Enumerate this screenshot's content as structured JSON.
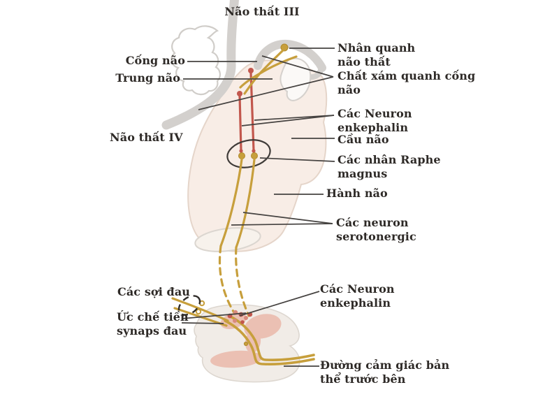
{
  "diagram_title": "Sơ đồ đường dẫn truyền giảm đau (brainstem pain pathway)",
  "labels": {
    "nao_that_3": "Não thất III",
    "cong_nao": "Cống não",
    "trung_nao": "Trung não",
    "nao_that_4": "Não thất IV",
    "nhan_quanh": "Nhân quanh\nnão thất",
    "chat_xam": "Chất xám quanh cống\nnão",
    "neuron_enkephalin_tren": "Các Neuron\nenkephalin",
    "cau_nao": "Cầu não",
    "nhan_raphe": "Các nhân Raphe\nmagnus",
    "hanh_nao": "Hành não",
    "neuron_serotonergic": "Các neuron\nserotonergic",
    "cac_soi_dau": "Các sợi đau",
    "uc_che": "Ức chế tiền\nsynaps đau",
    "neuron_enkephalin_duoi": "Các Neuron\nenkephalin",
    "duong_cam_giac": "Đường cảm giác bản\nthể trước bên"
  },
  "colors": {
    "pathway_yellow": "#C79F3C",
    "neuron_red": "#C2574D",
    "band_gray": "#D3D0CD",
    "tissue_pink": "#F8EDE6",
    "gm_pink": "#EBBCAE",
    "cord_fill": "#F1ECE7",
    "line_dark": "#454240",
    "text": "#2E2A27"
  }
}
